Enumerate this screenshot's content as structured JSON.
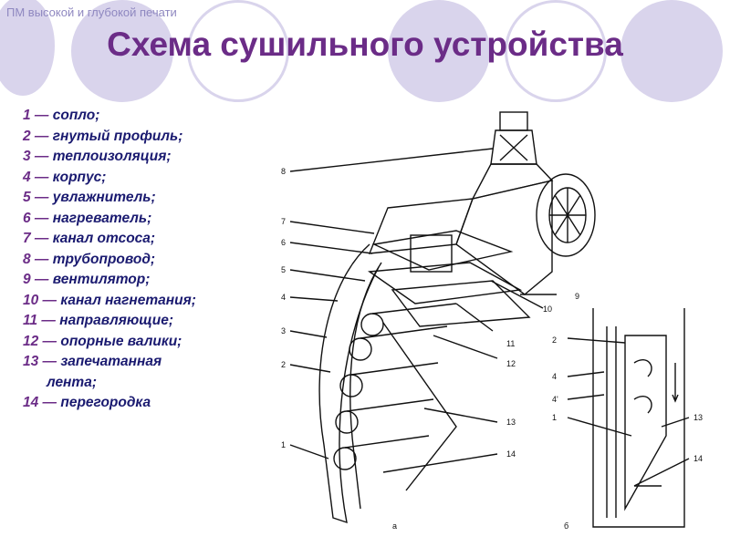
{
  "header": {
    "subtitle": "ПМ высокой и глубокой печати"
  },
  "slide": {
    "title": "Схема сушильного устройства"
  },
  "legend": {
    "items": [
      {
        "num": "1",
        "text": "сопло;"
      },
      {
        "num": "2",
        "text": "гнутый профиль;"
      },
      {
        "num": "3",
        "text": "теплоизоляция;"
      },
      {
        "num": "4",
        "text": "корпус;"
      },
      {
        "num": "5",
        "text": "увлажнитель;"
      },
      {
        "num": "6",
        "text": "нагреватель;"
      },
      {
        "num": "7",
        "text": "канал отсоса;"
      },
      {
        "num": "8",
        "text": "трубопровод;"
      },
      {
        "num": "9",
        "text": "вентилятор;"
      },
      {
        "num": "10",
        "text": "канал нагнетания;"
      },
      {
        "num": "11",
        "text": "направляющие;"
      },
      {
        "num": "12",
        "text": "опорные валики;"
      },
      {
        "num": "13",
        "text": "запечатанная",
        "text2": "лента;"
      },
      {
        "num": "14",
        "text": "перегородка"
      }
    ]
  },
  "figure": {
    "labels_a": [
      "8",
      "7",
      "6",
      "5",
      "4",
      "3",
      "2",
      "1",
      "9",
      "10",
      "11",
      "12",
      "13",
      "14"
    ],
    "labels_b": [
      "2",
      "4",
      "4'",
      "1",
      "13",
      "14"
    ],
    "caption_a": "а",
    "caption_b": "б"
  },
  "theme": {
    "title_color": "#6b2c87",
    "text_color": "#1a1a70",
    "circle_color": "#d9d4ec",
    "header_color": "#8f88c0"
  }
}
